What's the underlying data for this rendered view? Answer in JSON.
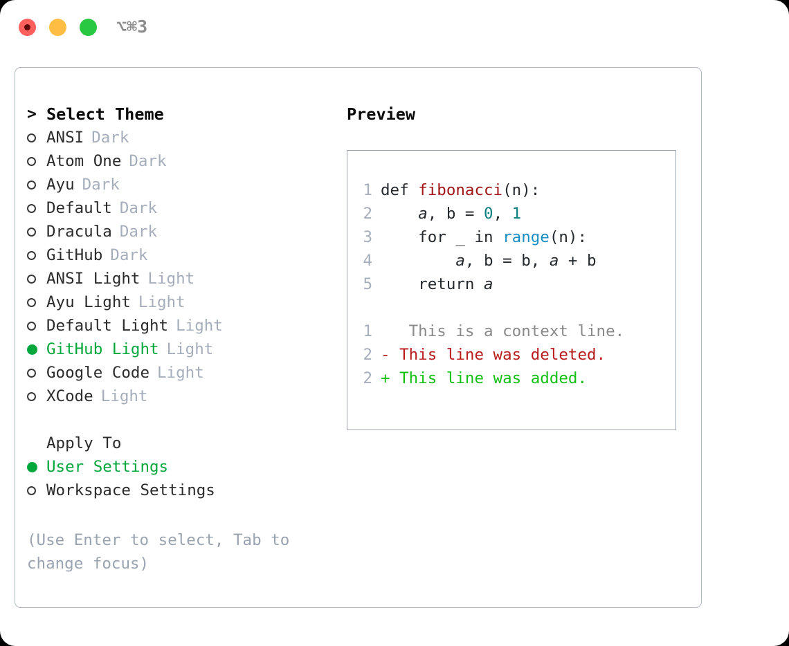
{
  "titlebar": {
    "shortcut": "⌥⌘3",
    "lights": [
      "close-red",
      "minimize-yellow",
      "maximize-green"
    ]
  },
  "theme_picker": {
    "header": {
      "caret": ">",
      "title": "Select Theme"
    },
    "items": [
      {
        "marker": "hollow",
        "name": "ANSI",
        "tag": "Dark",
        "selected": false
      },
      {
        "marker": "hollow",
        "name": "Atom One",
        "tag": "Dark",
        "selected": false
      },
      {
        "marker": "hollow",
        "name": "Ayu",
        "tag": "Dark",
        "selected": false
      },
      {
        "marker": "hollow",
        "name": "Default",
        "tag": "Dark",
        "selected": false
      },
      {
        "marker": "hollow",
        "name": "Dracula",
        "tag": "Dark",
        "selected": false
      },
      {
        "marker": "hollow",
        "name": "GitHub",
        "tag": "Dark",
        "selected": false
      },
      {
        "marker": "hollow",
        "name": "ANSI Light",
        "tag": "Light",
        "selected": false
      },
      {
        "marker": "hollow",
        "name": "Ayu Light",
        "tag": "Light",
        "selected": false
      },
      {
        "marker": "hollow",
        "name": "Default Light",
        "tag": "Light",
        "selected": false
      },
      {
        "marker": "filled",
        "name": "GitHub Light",
        "tag": "Light",
        "selected": true
      },
      {
        "marker": "hollow",
        "name": "Google Code",
        "tag": "Light",
        "selected": false
      },
      {
        "marker": "hollow",
        "name": "XCode",
        "tag": "Light",
        "selected": false
      }
    ]
  },
  "apply_to": {
    "header": "Apply To",
    "options": [
      {
        "marker": "filled",
        "label": "User Settings",
        "selected": true
      },
      {
        "marker": "hollow",
        "label": "Workspace Settings",
        "selected": false
      }
    ]
  },
  "hint": "(Use Enter to select, Tab to change focus)",
  "preview": {
    "title": "Preview",
    "code_lines": [
      {
        "num": "1",
        "tokens": [
          {
            "t": "def ",
            "c": "tok-kw"
          },
          {
            "t": "fibonacci",
            "c": "tok-fn"
          },
          {
            "t": "(n):",
            "c": "tok-plain"
          }
        ]
      },
      {
        "num": "2",
        "tokens": [
          {
            "t": "    ",
            "c": "tok-plain"
          },
          {
            "t": "a",
            "c": "tok-var"
          },
          {
            "t": ", ",
            "c": "tok-plain"
          },
          {
            "t": "b",
            "c": "tok-plain"
          },
          {
            "t": " = ",
            "c": "tok-plain"
          },
          {
            "t": "0",
            "c": "tok-num"
          },
          {
            "t": ", ",
            "c": "tok-plain"
          },
          {
            "t": "1",
            "c": "tok-num"
          }
        ]
      },
      {
        "num": "3",
        "tokens": [
          {
            "t": "    for _ in ",
            "c": "tok-plain"
          },
          {
            "t": "range",
            "c": "tok-bi"
          },
          {
            "t": "(n):",
            "c": "tok-plain"
          }
        ]
      },
      {
        "num": "4",
        "tokens": [
          {
            "t": "        ",
            "c": "tok-plain"
          },
          {
            "t": "a",
            "c": "tok-var"
          },
          {
            "t": ", b = b, ",
            "c": "tok-plain"
          },
          {
            "t": "a",
            "c": "tok-var"
          },
          {
            "t": " + b",
            "c": "tok-plain"
          }
        ]
      },
      {
        "num": "5",
        "tokens": [
          {
            "t": "    return ",
            "c": "tok-plain"
          },
          {
            "t": "a",
            "c": "tok-var"
          }
        ]
      }
    ],
    "diff_lines": [
      {
        "num": "1",
        "sign": " ",
        "text": "  This is a context line.",
        "cls": "tok-ctx"
      },
      {
        "num": "2",
        "sign": "-",
        "text": " This line was deleted.",
        "cls": "tok-del"
      },
      {
        "num": "2",
        "sign": "+",
        "text": " This line was added.",
        "cls": "tok-add"
      }
    ]
  },
  "colors": {
    "accent_green": "#00a83c",
    "muted": "#a6aebb",
    "hint": "#9aa3b0",
    "border": "#aeb7c4",
    "panel_border": "#9aa5b5",
    "syntax_function": "#a01515",
    "syntax_number": "#0d7e7e",
    "syntax_builtin": "#1a8fc4",
    "diff_deleted": "#b81c1c",
    "diff_added": "#12c012"
  }
}
